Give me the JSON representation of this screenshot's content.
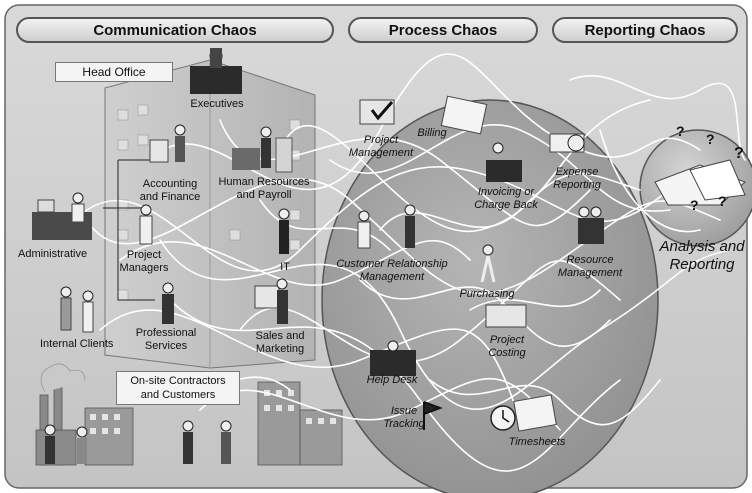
{
  "headers": {
    "communication": "Communication Chaos",
    "process": "Process Chaos",
    "reporting": "Reporting Chaos"
  },
  "communication": {
    "head_office": "Head Office",
    "executives": "Executives",
    "accounting": [
      "Accounting",
      "and Finance"
    ],
    "human_resources": [
      "Human Resources",
      "and Payroll"
    ],
    "administrative": "Administrative",
    "project_managers": [
      "Project",
      "Managers"
    ],
    "it": "IT",
    "internal_clients": "Internal Clients",
    "professional_services": [
      "Professional",
      "Services"
    ],
    "sales_marketing": [
      "Sales and",
      "Marketing"
    ],
    "contractors": [
      "On-site Contractors",
      "and Customers"
    ]
  },
  "process": {
    "project_management": [
      "Project",
      "Management"
    ],
    "billing": "Billing",
    "invoicing": [
      "Invoicing or",
      "Charge Back"
    ],
    "expense": [
      "Expense",
      "Reporting"
    ],
    "crm": [
      "Customer Relationship",
      "Management"
    ],
    "resource": [
      "Resource",
      "Management"
    ],
    "purchasing": "Purchasing",
    "project_costing": [
      "Project",
      "Costing"
    ],
    "help_desk": "Help Desk",
    "issue_tracking": [
      "Issue",
      "Tracking"
    ],
    "timesheets": "Timesheets"
  },
  "reporting": {
    "analysis": [
      "Analysis and",
      "Reporting"
    ]
  }
}
